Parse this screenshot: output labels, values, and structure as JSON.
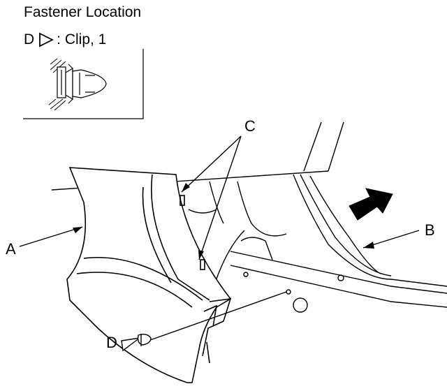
{
  "header": {
    "title": "Fastener Location",
    "legend_letter": "D",
    "legend_text": ": Clip, 1"
  },
  "callouts": {
    "a": "A",
    "b": "B",
    "c": "C",
    "d": "D"
  },
  "icons": [
    "clip-icon",
    "triangle-marker-icon",
    "arrow-icon"
  ]
}
